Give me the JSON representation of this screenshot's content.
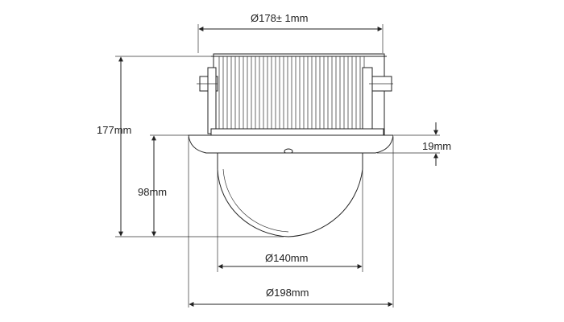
{
  "drawing": {
    "dimensions": {
      "top_diameter": "Ø178± 1mm",
      "total_height": "177mm",
      "dome_height": "98mm",
      "flange_thickness": "19mm",
      "dome_diameter": "Ø140mm",
      "flange_diameter": "Ø198mm"
    },
    "colors": {
      "line": "#222222",
      "background": "#ffffff"
    }
  }
}
